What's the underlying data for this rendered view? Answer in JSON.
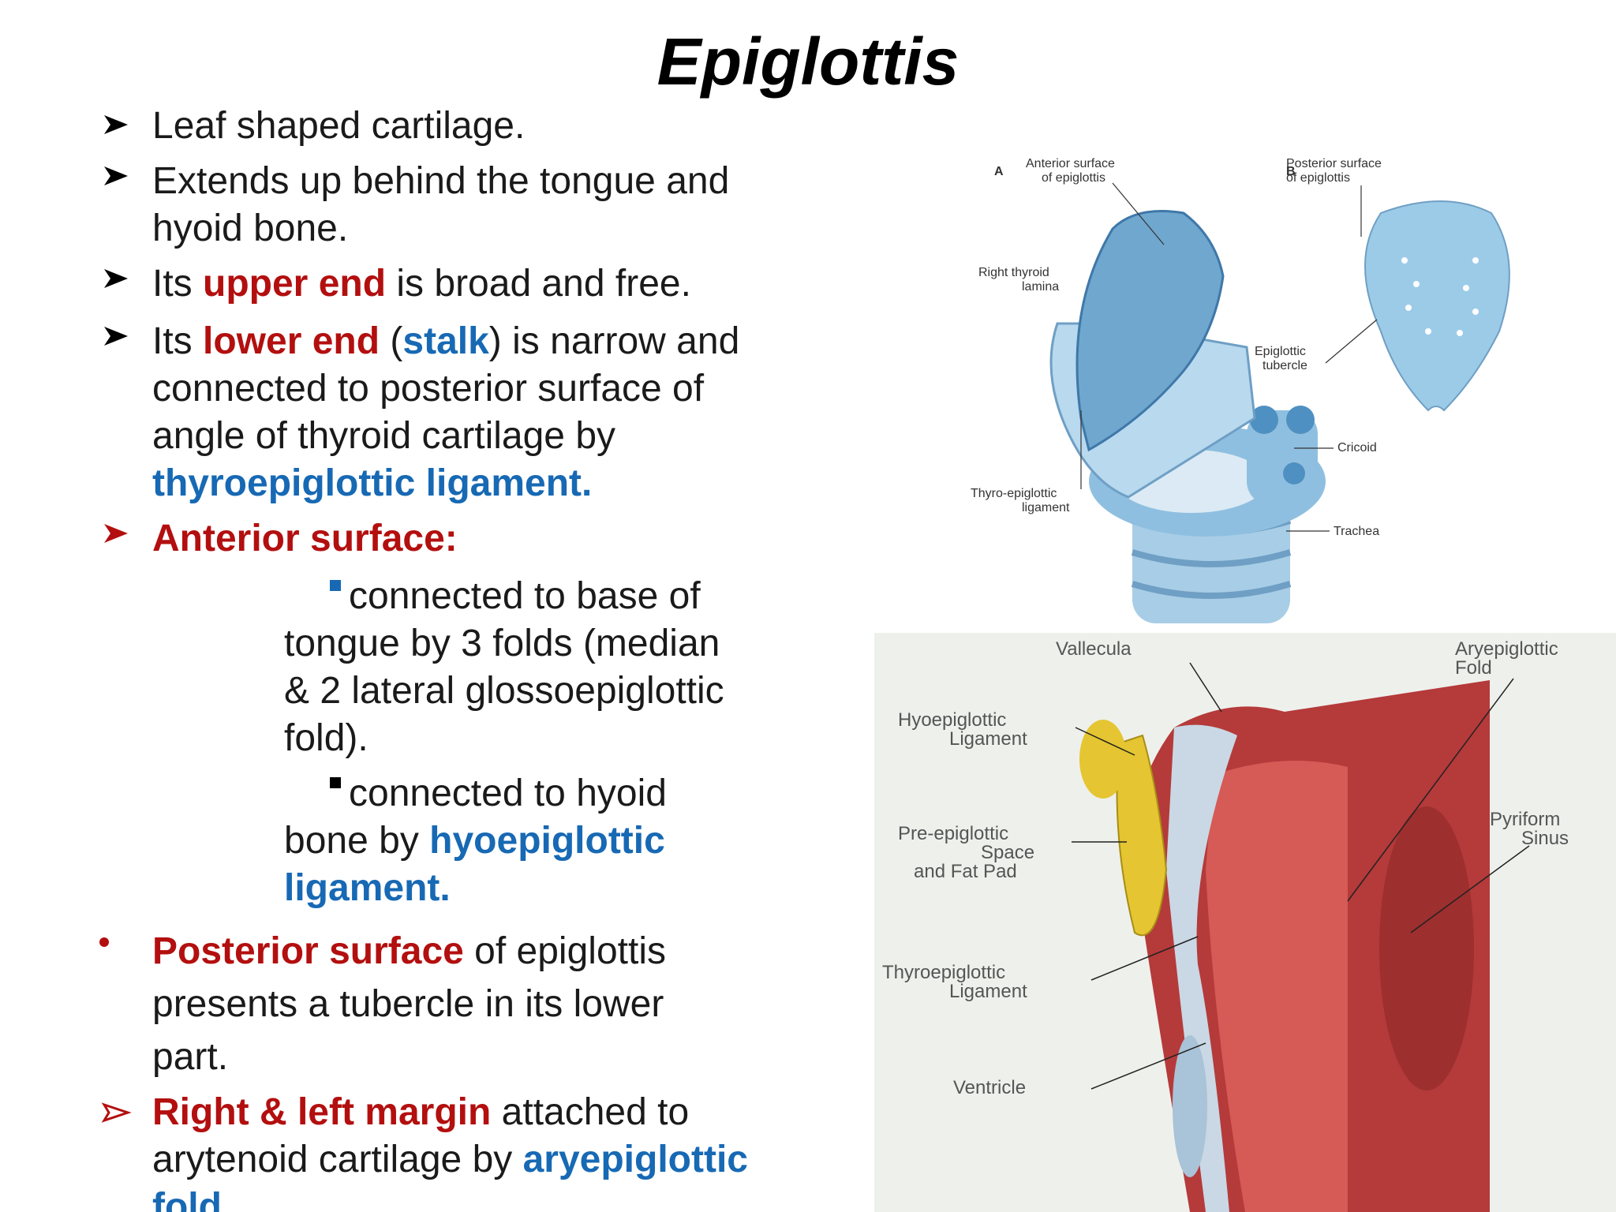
{
  "title": "Epiglottis",
  "bullets": {
    "b1": "Leaf shaped cartilage.",
    "b2_l1": "Extends up behind the tongue and",
    "b2_l2": "hyoid bone.",
    "b3_pre": "Its ",
    "b3_red": "upper end",
    "b3_post": " is  broad and free.",
    "b4_pre": "Its ",
    "b4_red": "lower end",
    "b4_paren_open": " (",
    "b4_blue": "stalk",
    "b4_post": ") is narrow and",
    "b4_l2": "connected to posterior surface of",
    "b4_l3": "angle of thyroid cartilage by",
    "b4_l4_blue": "thyroepiglottic ligament.",
    "b5_red": "Anterior surface:",
    "s1_l1": "connected to base of",
    "s1_l2": "tongue by 3 folds (median",
    "s1_l3": "& 2 lateral glossoepiglottic",
    "s1_l4": "fold).",
    "s2_l1": "connected to hyoid",
    "s2_l2_pre": "bone by ",
    "s2_l2_blue": "hyoepiglottic",
    "s2_l3_blue": "ligament.",
    "b6_red": "Posterior surface",
    "b6_post": " of epiglottis",
    "b6_l2": "presents a tubercle in its lower",
    "b6_l3": "part.",
    "b7_red": "Right & left margin",
    "b7_post": " attached to",
    "b7_l2_pre": "arytenoid cartilage by ",
    "b7_l2_blue": "aryepiglottic",
    "b7_l3_blue": "fold"
  },
  "figure_top": {
    "label_a": "A",
    "label_b": "B",
    "anterior_l1": "Anterior surface",
    "anterior_l2": "of epiglottis",
    "posterior_l1": "Posterior surface",
    "posterior_l2": "of epiglottis",
    "right_thyroid_l1": "Right thyroid",
    "right_thyroid_l2": "lamina",
    "tubercle_l1": "Epiglottic",
    "tubercle_l2": "tubercle",
    "cricoid": "Cricoid",
    "thyro_l1": "Thyro-epiglottic",
    "thyro_l2": "ligament",
    "trachea": "Trachea"
  },
  "figure_bottom": {
    "vallecula": "Vallecula",
    "aryepi_l1": "Aryepiglottic",
    "aryepi_l2": "Fold",
    "hyoepi_l1": "Hyoepiglottic",
    "hyoepi_l2": "Ligament",
    "pre_l1": "Pre-epiglottic",
    "pre_l2": "Space",
    "pre_l3": "and Fat Pad",
    "pyriform_l1": "Pyriform",
    "pyriform_l2": "Sinus",
    "thyroepi_l1": "Thyroepiglottic",
    "thyroepi_l2": "Ligament",
    "ventricle": "Ventricle"
  },
  "colors": {
    "red": "#b30f0f",
    "blue": "#1769b4",
    "sq_blue": "#1769b4",
    "sq_black": "#000000"
  },
  "icons": {
    "arrow_black": "arrowhead-icon",
    "arrow_red": "red-arrowhead-icon",
    "dot_red": "red-dot-icon"
  }
}
